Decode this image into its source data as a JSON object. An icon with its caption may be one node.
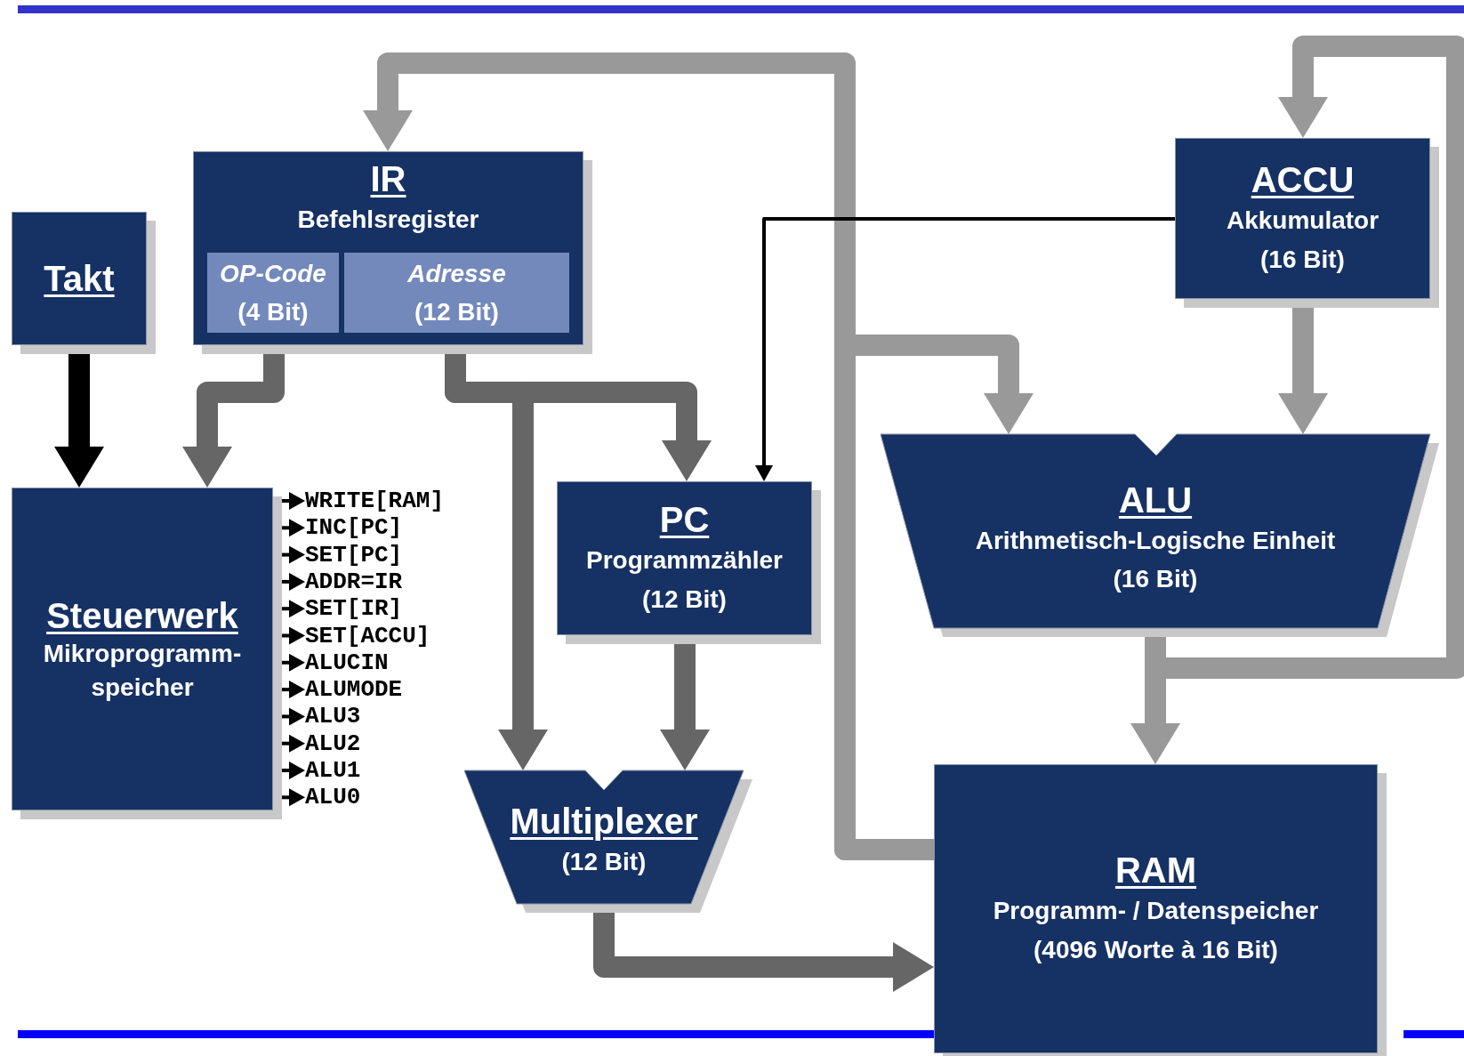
{
  "diagram": {
    "nodes": [
      {
        "text": [
          "Takt"
        ]
      },
      {
        "text": [
          "IR",
          "Befehlsregister"
        ]
      },
      {
        "text": [
          "OP-Code",
          "(4 Bit)"
        ],
        "in": 1
      },
      {
        "text": [
          "Adresse",
          "(12 Bit)"
        ],
        "in": 1
      },
      {
        "text": [
          "Steuerwerk",
          "Mikroprogramm- speicher"
        ]
      },
      {
        "text": [
          "PC",
          "Programmzähler",
          "(12 Bit)"
        ]
      },
      {
        "text": [
          "ACCU",
          "Akkumulator",
          "(16 Bit)"
        ]
      },
      {
        "text": [
          "ALU",
          "Arithmetisch-Logische Einheit",
          "(16 Bit)"
        ]
      },
      {
        "text": [
          "Multiplexer",
          "(12 Bit)"
        ]
      },
      {
        "text": [
          "RAM",
          "Programm- / Datenspeicher",
          "(4096 Worte à 16 Bit)"
        ]
      },
      {
        "text": [
          "WRITE[RAM]"
        ]
      },
      {
        "text": [
          "INC[PC]"
        ]
      },
      {
        "text": [
          "SET[PC]"
        ]
      },
      {
        "text": [
          "ADDR=IR"
        ]
      },
      {
        "text": [
          "SET[IR]"
        ]
      },
      {
        "text": [
          "SET[ACCU]"
        ]
      },
      {
        "text": [
          "ALUCIN"
        ]
      },
      {
        "text": [
          "ALUMODE"
        ]
      },
      {
        "text": [
          "ALU3"
        ]
      },
      {
        "text": [
          "ALU2"
        ]
      },
      {
        "text": [
          "ALU1"
        ]
      },
      {
        "text": [
          "ALU0"
        ]
      }
    ],
    "edges": [
      {
        "from": 0,
        "to": 4,
        "arrow": "to",
        "style": "thick"
      },
      {
        "from": 2,
        "to": 4,
        "arrow": "to",
        "style": "thick",
        "color": "#666666"
      },
      {
        "from": 3,
        "to": 5,
        "arrow": "to",
        "style": "thick",
        "color": "#666666"
      },
      {
        "from": 3,
        "to": 8,
        "arrow": "to",
        "style": "thick",
        "color": "#666666"
      },
      {
        "from": 5,
        "to": 8,
        "arrow": "to",
        "style": "thick",
        "color": "#666666"
      },
      {
        "from": 8,
        "to": 9,
        "arrow": "to",
        "style": "thick",
        "color": "#666666"
      },
      {
        "from": 9,
        "to": 1,
        "arrow": "to",
        "style": "thick",
        "color": "#999999"
      },
      {
        "from": 9,
        "to": 7,
        "arrow": "to",
        "style": "thick",
        "color": "#999999"
      },
      {
        "from": 6,
        "to": 7,
        "arrow": "to",
        "style": "thick",
        "color": "#999999"
      },
      {
        "from": 7,
        "to": 9,
        "arrow": "to",
        "style": "thick",
        "color": "#999999"
      },
      {
        "from": 7,
        "to": 6,
        "arrow": "to",
        "style": "thick",
        "color": "#999999"
      },
      {
        "from": 6,
        "to": 5,
        "arrow": "to"
      },
      {
        "from": 4,
        "to": 10,
        "arrow": "to"
      },
      {
        "from": 4,
        "to": 11,
        "arrow": "to"
      },
      {
        "from": 4,
        "to": 12,
        "arrow": "to"
      },
      {
        "from": 4,
        "to": 13,
        "arrow": "to"
      },
      {
        "from": 4,
        "to": 14,
        "arrow": "to"
      },
      {
        "from": 4,
        "to": 15,
        "arrow": "to"
      },
      {
        "from": 4,
        "to": 16,
        "arrow": "to"
      },
      {
        "from": 4,
        "to": 17,
        "arrow": "to"
      },
      {
        "from": 4,
        "to": 18,
        "arrow": "to"
      },
      {
        "from": 4,
        "to": 19,
        "arrow": "to"
      },
      {
        "from": 4,
        "to": 20,
        "arrow": "to"
      },
      {
        "from": 4,
        "to": 21,
        "arrow": "to"
      }
    ]
  }
}
